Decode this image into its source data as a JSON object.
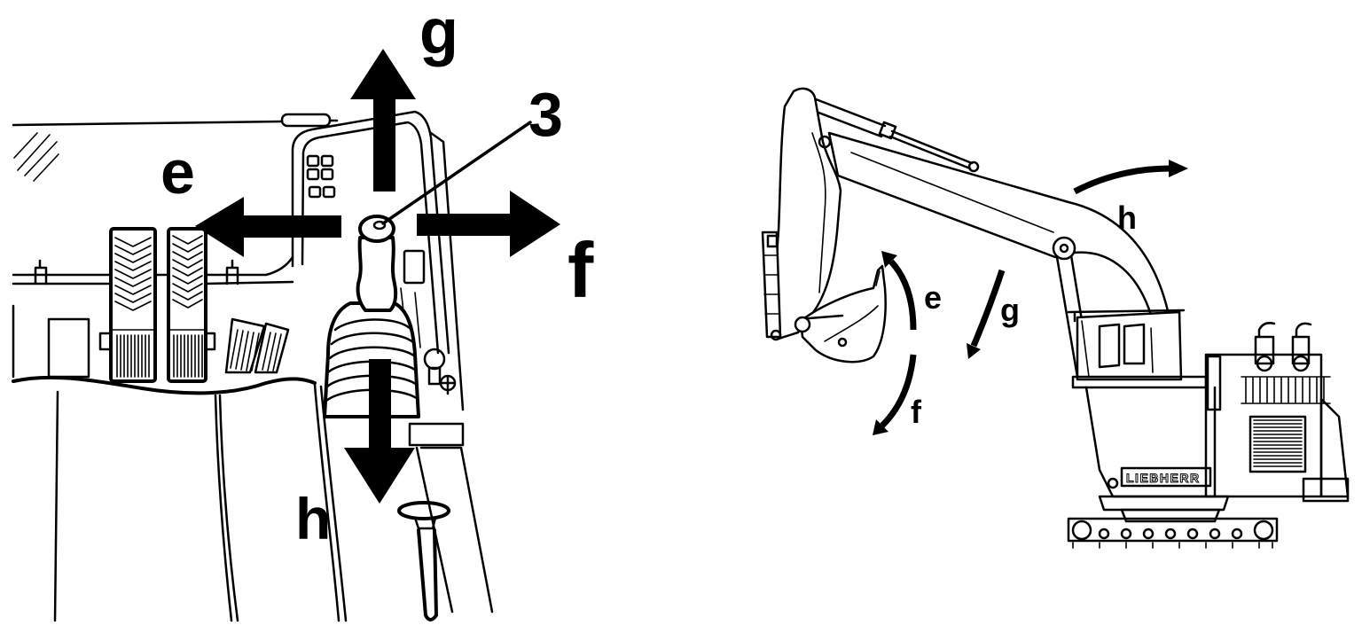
{
  "colors": {
    "ink": "#000000",
    "background": "#ffffff"
  },
  "joystick_view": {
    "callout": "3",
    "arrows": {
      "up": {
        "label": "g"
      },
      "left": {
        "label": "e"
      },
      "right": {
        "label": "f"
      },
      "down": {
        "label": "h"
      }
    }
  },
  "machine_view": {
    "brand": "LIEBHERR",
    "motions": {
      "top_right_arrow": {
        "label": "h"
      },
      "upper_left_arrow": {
        "label": "e"
      },
      "middle_arrow": {
        "label": "g"
      },
      "lower_left_arrow": {
        "label": "f"
      }
    }
  }
}
